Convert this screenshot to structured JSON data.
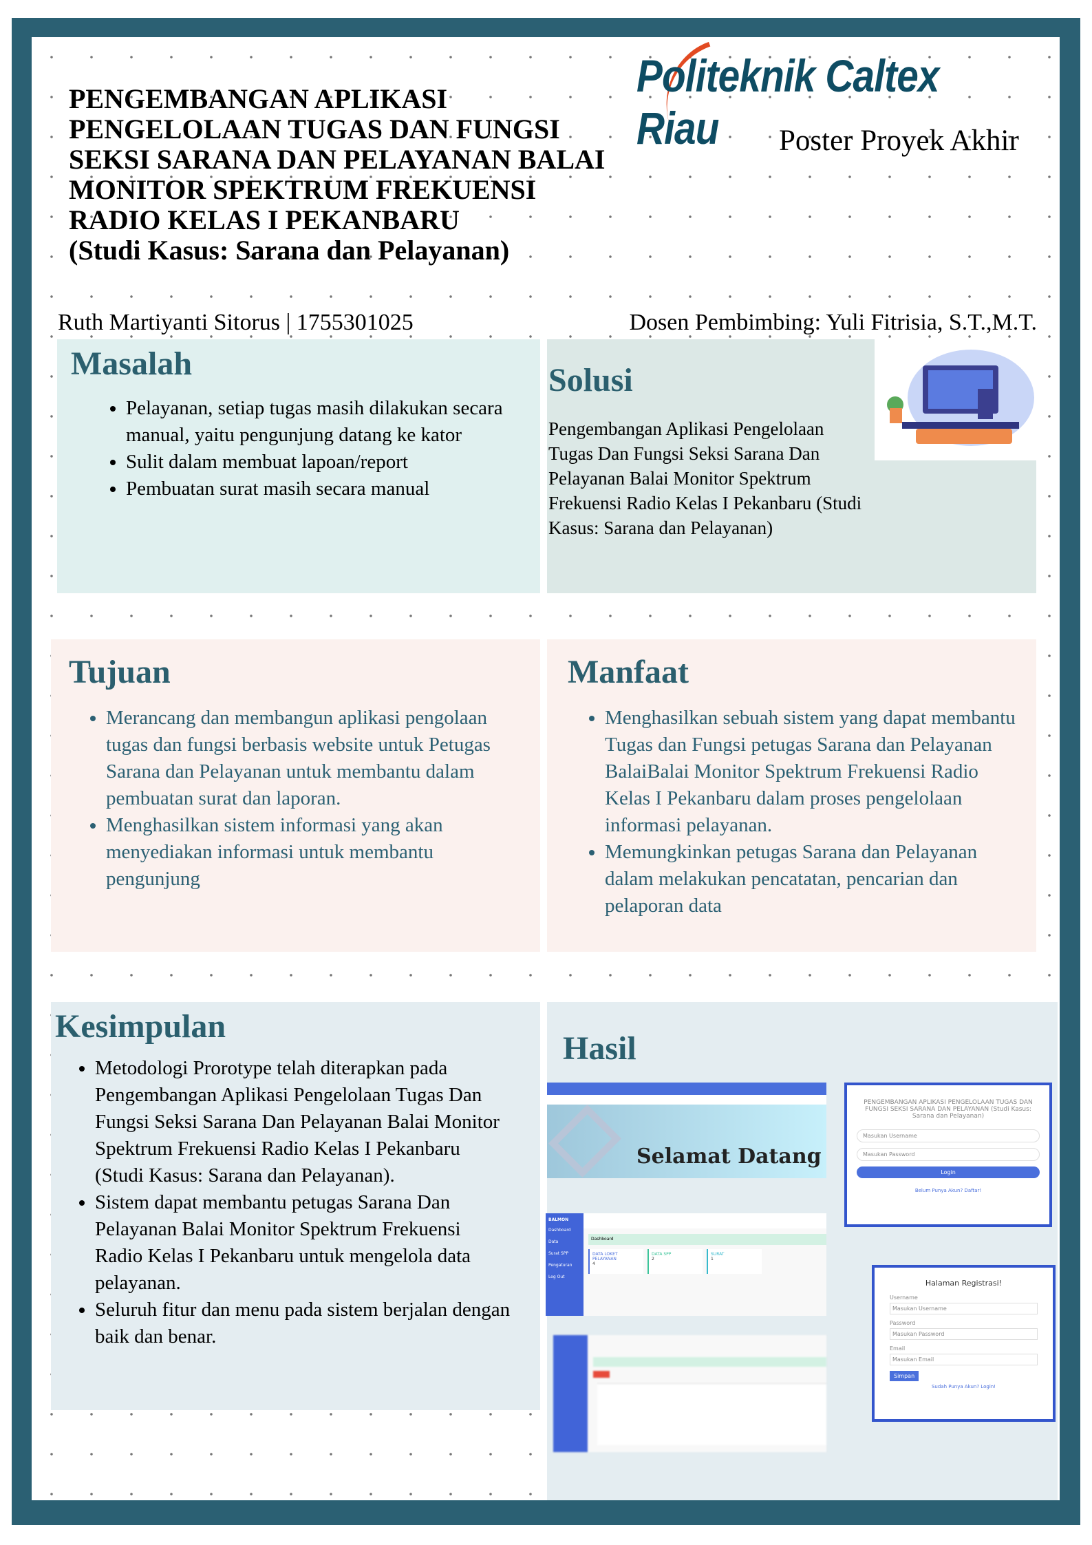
{
  "title_lines": [
    "PENGEMBANGAN APLIKASI",
    "PENGELOLAAN TUGAS DAN FUNGSI",
    "SEKSI SARANA DAN PELAYANAN BALAI",
    "MONITOR SPEKTRUM FREKUENSI",
    "RADIO KELAS I PEKANBARU",
    "(Studi Kasus: Sarana dan Pelayanan)"
  ],
  "logo": "Politeknik Caltex Riau",
  "subtitle": "Poster Proyek Akhir",
  "author": "Ruth Martiyanti Sitorus | 1755301025",
  "supervisor": "Dosen Pembimbing: Yuli Fitrisia, S.T.,M.T.",
  "masalah": {
    "heading": "Masalah",
    "items": [
      "Pelayanan, setiap tugas masih dilakukan secara manual, yaitu pengunjung datang ke kator",
      "Sulit dalam membuat lapoan/report",
      "Pembuatan surat masih secara manual"
    ]
  },
  "solusi": {
    "heading": "Solusi",
    "text": "Pengembangan Aplikasi Pengelolaan Tugas Dan Fungsi Seksi Sarana Dan Pelayanan Balai Monitor Spektrum Frekuensi Radio Kelas I Pekanbaru (Studi Kasus: Sarana dan Pelayanan)"
  },
  "tujuan": {
    "heading": "Tujuan",
    "items": [
      "Merancang dan membangun aplikasi pengolaan tugas dan fungsi berbasis website untuk Petugas Sarana dan Pelayanan untuk membantu dalam pembuatan surat dan laporan.",
      "Menghasilkan sistem informasi yang akan menyediakan informasi untuk membantu pengunjung"
    ]
  },
  "manfaat": {
    "heading": "Manfaat",
    "items": [
      "Menghasilkan sebuah sistem yang dapat membantu Tugas dan Fungsi petugas Sarana dan Pelayanan BalaiBalai Monitor Spektrum Frekuensi Radio Kelas I Pekanbaru dalam proses pengelolaan informasi pelayanan.",
      "Memungkinkan petugas Sarana dan Pelayanan dalam melakukan pencatatan, pencarian dan pelaporan data"
    ]
  },
  "kesimpulan": {
    "heading": "Kesimpulan",
    "items": [
      "Metodologi Prorotype telah diterapkan pada Pengembangan Aplikasi Pengelolaan Tugas Dan Fungsi Seksi Sarana Dan Pelayanan Balai Monitor Spektrum Frekuensi Radio Kelas I Pekanbaru (Studi Kasus: Sarana dan Pelayanan).",
      "Sistem dapat membantu petugas Sarana Dan Pelayanan Balai Monitor Spektrum Frekuensi Radio Kelas I Pekanbaru untuk mengelola data pelayanan.",
      "Seluruh fitur dan menu pada sistem berjalan dengan baik dan benar."
    ]
  },
  "hasil": {
    "heading": "Hasil",
    "welcome": "Selamat Datang",
    "login": {
      "title": "PENGEMBANGAN APLIKASI PENGELOLAAN TUGAS DAN FUNGSI SEKSI SARANA DAN PELAYANAN (Studi Kasus: Sarana dan Pelayanan)",
      "username": "Masukan Username",
      "password": "Masukan Password",
      "button": "Login",
      "link": "Belum Punya Akun? Daftar!"
    },
    "dashboard": {
      "brand": "BALMON",
      "menu": [
        "Dashboard",
        "Data",
        "Surat SPP",
        "Pengaturan",
        "Log Out"
      ],
      "crumb": "Dashboard",
      "cards": [
        {
          "label": "DATA LOKET PELAYANAN",
          "value": "4"
        },
        {
          "label": "DATA SPP",
          "value": "2"
        },
        {
          "label": "SURAT",
          "value": "1"
        }
      ]
    },
    "register": {
      "title": "Halaman Registrasi!",
      "fields": [
        {
          "label": "Username",
          "placeholder": "Masukan Username"
        },
        {
          "label": "Password",
          "placeholder": "Masukan Password"
        },
        {
          "label": "Email",
          "placeholder": "Masukan Email"
        }
      ],
      "button": "Simpan",
      "link": "Sudah Punya Akun? Login!"
    }
  }
}
